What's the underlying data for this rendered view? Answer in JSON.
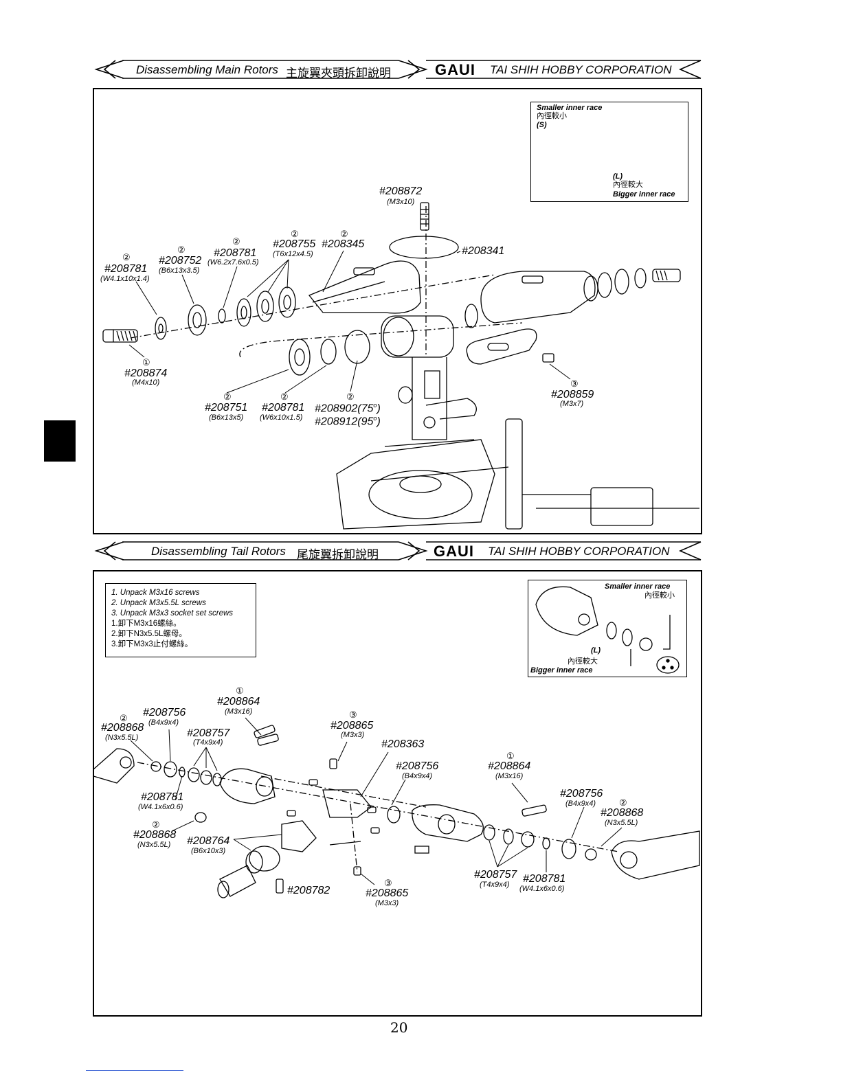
{
  "section1": {
    "title": "Disassembling Main Rotors",
    "title_cjk": "主旋翼夾頭拆卸說明",
    "brand": "GAUI",
    "company": "TAI SHIH HOBBY CORPORATION",
    "inset": {
      "smaller_inner_race": "Smaller inner race",
      "smaller_cjk": "內徑較小",
      "s_label": "(S)",
      "l_label": "(L)",
      "bigger_cjk": "內徑較大",
      "bigger_inner_race": "Bigger inner race"
    },
    "parts": {
      "p208872": "#208872",
      "s208872": "(M3x10)",
      "p208341": "#208341",
      "c208755": "②",
      "p208755": "#208755",
      "s208755": "(T6x12x4.5)",
      "c208345": "②",
      "p208345": "#208345",
      "c208781a": "②",
      "p208781a": "#208781",
      "s208781a": "(W6.2x7.6x0.5)",
      "c208752": "②",
      "p208752": "#208752",
      "s208752": "(B6x13x3.5)",
      "c208781b": "②",
      "p208781b": "#208781",
      "s208781b": "(W4.1x10x1.4)",
      "c208874": "①",
      "p208874": "#208874",
      "s208874": "(M4x10)",
      "c208751": "②",
      "p208751": "#208751",
      "s208751": "(B6x13x5)",
      "c208781c": "②",
      "p208781c": "#208781",
      "s208781c": "(W6x10x1.5)",
      "c208902": "②",
      "p208902": "#208902(75",
      "sup1": "o",
      "close1": ")",
      "p208912": "#208912(95",
      "sup2": "o",
      "close2": ")",
      "c208859": "③",
      "p208859": "#208859",
      "s208859": "(M3x7)"
    }
  },
  "section2": {
    "title": "Disassembling Tail Rotors",
    "title_cjk": "尾旋翼拆卸說明",
    "brand": "GAUI",
    "company": "TAI SHIH HOBBY CORPORATION",
    "steps": [
      "1. Unpack M3x16 screws",
      "2. Unpack M3x5.5L screws",
      "3. Unpack M3x3 socket set screws",
      "1.卸下M3x16螺絲。",
      "2.卸下N3x5.5L螺母。",
      "3.卸下M3x3止付螺絲。"
    ],
    "inset": {
      "smaller_inner_race": "Smaller inner race",
      "smaller_cjk": "內徑較小",
      "l_label": "(L)",
      "bigger_cjk": "內徑較大",
      "bigger_inner_race": "Bigger inner race"
    },
    "parts": {
      "c208864a": "①",
      "p208864a": "#208864",
      "s208864a": "(M3x16)",
      "p208756a": "#208756",
      "s208756a": "(B4x9x4)",
      "c208868a": "②",
      "p208868a": "#208868",
      "s208868a": "(N3x5.5L)",
      "p208757a": "#208757",
      "s208757a": "(T4x9x4)",
      "c208865a": "③",
      "p208865a": "#208865",
      "s208865a": "(M3x3)",
      "p208363": "#208363",
      "p208756b": "#208756",
      "s208756b": "(B4x9x4)",
      "c208864b": "①",
      "p208864b": "#208864",
      "s208864b": "(M3x16)",
      "p208781a": "#208781",
      "s208781a": "(W4.1x6x0.6)",
      "c208868b": "②",
      "p208868b": "#208868",
      "s208868b": "(N3x5.5L)",
      "p208764": "#208764",
      "s208764": "(B6x10x3)",
      "p208782": "#208782",
      "c208865b": "③",
      "p208865b": "#208865",
      "s208865b": "(M3x3)",
      "p208756c": "#208756",
      "s208756c": "(B4x9x4)",
      "c208868c": "②",
      "p208868c": "#208868",
      "s208868c": "(N3x5.5L)",
      "p208757b": "#208757",
      "s208757b": "(T4x9x4)",
      "p208781b": "#208781",
      "s208781b": "(W4.1x6x0.6)"
    }
  },
  "page_number": "20"
}
